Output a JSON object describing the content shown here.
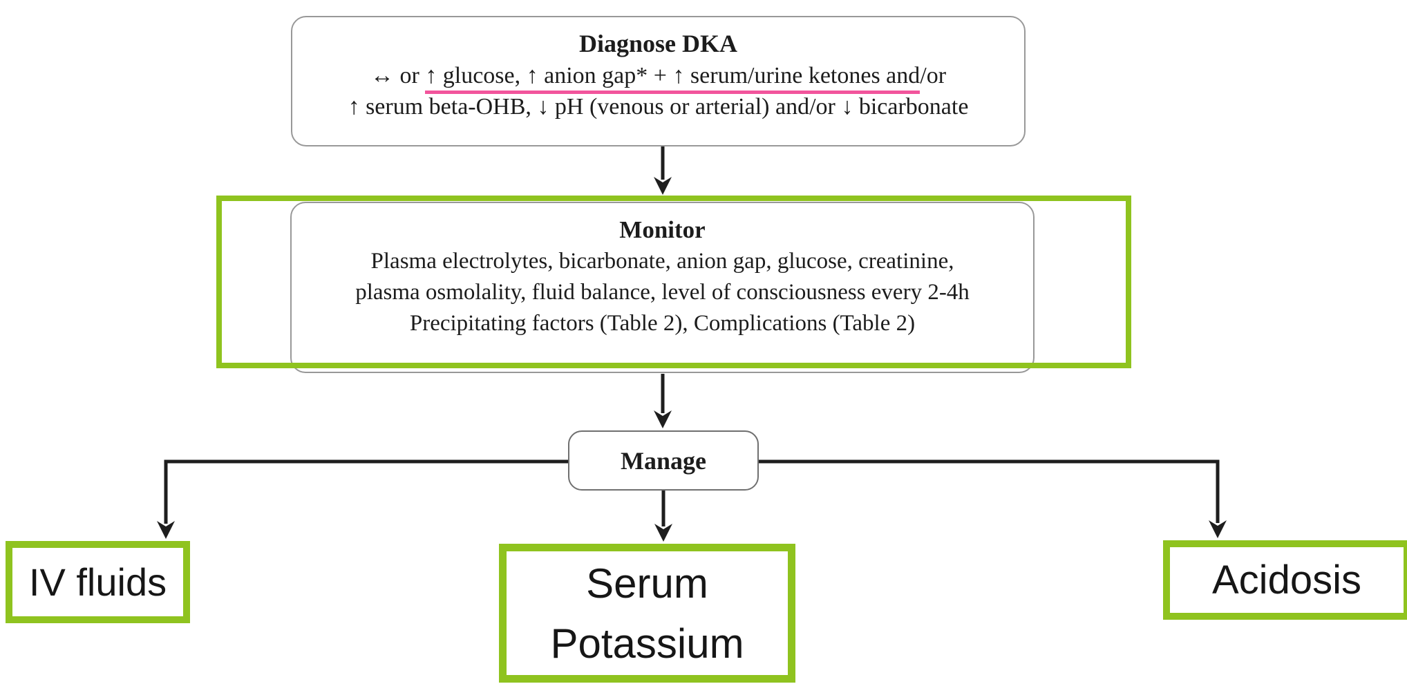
{
  "colors": {
    "highlight_green": "#8fc31f",
    "underline_pink": "#f2559c",
    "connector_black": "#1e1e1e",
    "box_border_gray": "#989898"
  },
  "diagnose": {
    "title": "Diagnose DKA",
    "criteria_line1_prefix": "↔ or ",
    "criteria_line1_underlined": "↑ glucose, ↑ anion gap* + ↑ serum/urine ketones and",
    "criteria_line1_suffix": "/or",
    "criteria_line2": "↑ serum beta-OHB, ↓ pH (venous or arterial) and/or ↓ bicarbonate"
  },
  "monitor": {
    "title": "Monitor",
    "lines": [
      "Plasma electrolytes, bicarbonate, anion gap, glucose, creatinine,",
      "plasma osmolality, fluid balance, level of consciousness every 2-4h",
      "Precipitating factors (Table 2), Complications (Table 2)"
    ]
  },
  "manage": {
    "title": "Manage"
  },
  "branches": {
    "iv_fluids": "IV fluids",
    "serum_potassium": "Serum Potassium",
    "acidosis": "Acidosis"
  }
}
